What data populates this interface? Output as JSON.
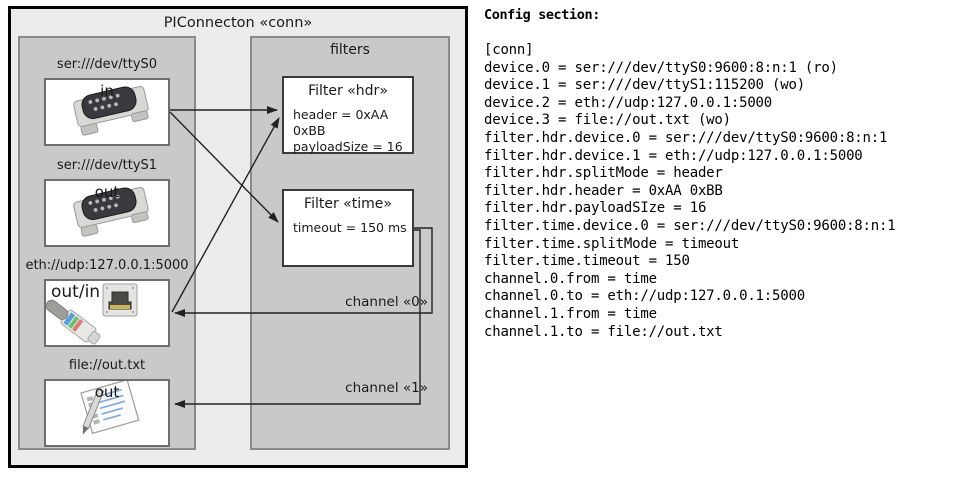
{
  "diagram": {
    "outer_title": "PIConnecton «conn»",
    "devices_panel": {
      "title": "",
      "items": [
        {
          "label": "ser:///dev/ttyS0",
          "direction": "in",
          "icon": "serial-port-icon"
        },
        {
          "label": "ser:///dev/ttyS1",
          "direction": "out",
          "icon": "serial-port-icon"
        },
        {
          "label": "eth://udp:127.0.0.1:5000",
          "direction": "out/in",
          "icon": "ethernet-jack-icon"
        },
        {
          "label": "file://out.txt",
          "direction": "out",
          "icon": "text-file-icon"
        }
      ]
    },
    "filters_panel": {
      "title": "filters",
      "filters": [
        {
          "title": "Filter «hdr»",
          "props": [
            "header = 0xAA 0xBB",
            "payloadSize = 16"
          ]
        },
        {
          "title": "Filter «time»",
          "props": [
            "timeout = 150 ms"
          ]
        }
      ],
      "channels": [
        {
          "label": "channel «0»"
        },
        {
          "label": "channel «1»"
        }
      ]
    },
    "colors": {
      "outer_fill": "#ececec",
      "panel_fill": "#c9c9c9",
      "panel_border": "#8a8a8a",
      "box_fill": "#ffffff",
      "frame_border": "#000000",
      "arrow": "#222222"
    }
  },
  "config": {
    "heading": "Config section:",
    "lines": [
      "[conn]",
      "device.0 = ser:///dev/ttyS0:9600:8:n:1 (ro)",
      "device.1 = ser:///dev/ttyS1:115200 (wo)",
      "device.2 = eth://udp:127.0.0.1:5000",
      "device.3 = file://out.txt (wo)",
      "filter.hdr.device.0 = ser:///dev/ttyS0:9600:8:n:1",
      "filter.hdr.device.1 = eth://udp:127.0.0.1:5000",
      "filter.hdr.splitMode = header",
      "filter.hdr.header = 0xAA 0xBB",
      "filter.hdr.payloadSIze = 16",
      "filter.time.device.0 = ser:///dev/ttyS0:9600:8:n:1",
      "filter.time.splitMode = timeout",
      "filter.time.timeout = 150",
      "channel.0.from = time",
      "channel.0.to = eth://udp:127.0.0.1:5000",
      "channel.1.from = time",
      "channel.1.to = file://out.txt"
    ]
  }
}
